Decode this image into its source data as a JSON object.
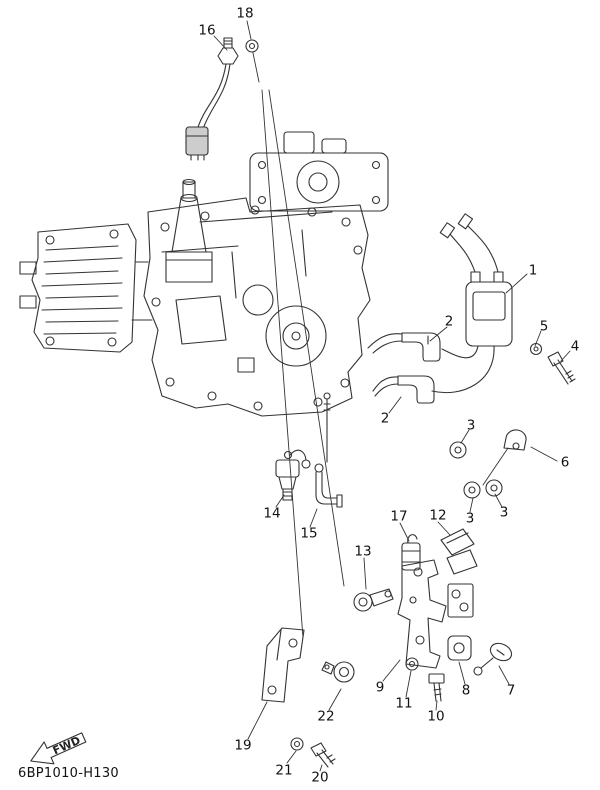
{
  "diagram": {
    "part_code": "6BP1010-H130",
    "fwd_label": "FWD",
    "line_color": "#333333",
    "background_color": "#ffffff"
  },
  "callouts": [
    "18",
    "16",
    "1",
    "5",
    "4",
    "2",
    "2",
    "3",
    "6",
    "3",
    "3",
    "14",
    "15",
    "17",
    "12",
    "13",
    "9",
    "11",
    "10",
    "8",
    "7",
    "22",
    "19",
    "21",
    "20"
  ]
}
